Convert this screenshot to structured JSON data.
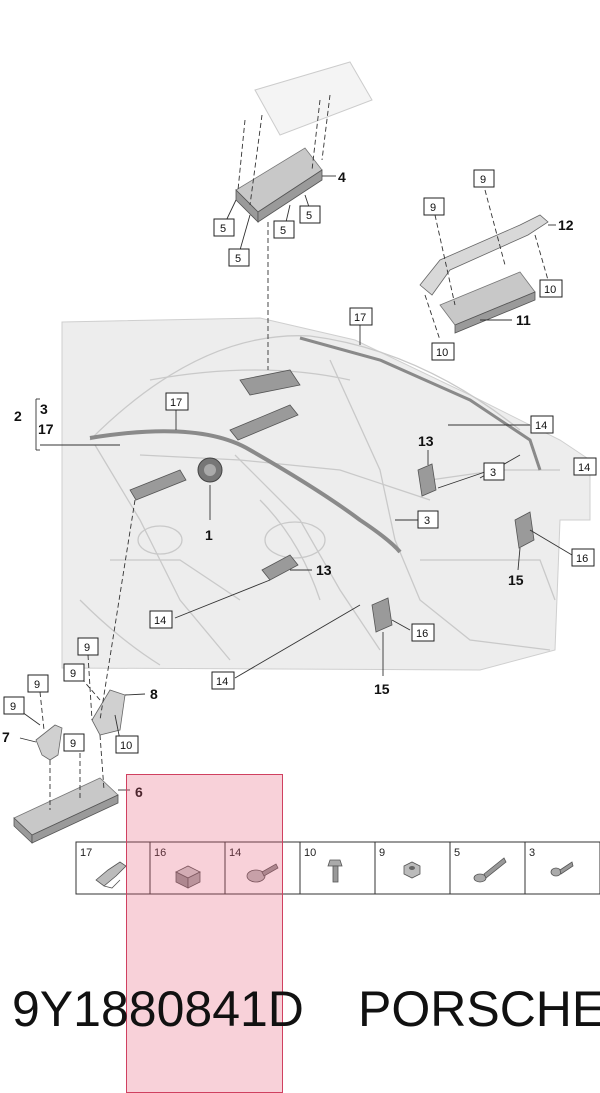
{
  "callouts": {
    "c1": "1",
    "c2": "2",
    "c3": "3",
    "c17": "17",
    "c4": "4",
    "c6": "6",
    "c7": "7",
    "c8": "8",
    "c11": "11",
    "c12": "12",
    "c13a": "13",
    "c13b": "13",
    "c15a": "15",
    "c15b": "15"
  },
  "boxes": {
    "b5a": "5",
    "b5b": "5",
    "b5c": "5",
    "b5d": "5",
    "b9a": "9",
    "b9b": "9",
    "b9c": "9",
    "b9d": "9",
    "b9e": "9",
    "b9f": "9",
    "b9g": "9",
    "b10a": "10",
    "b10b": "10",
    "b10c": "10",
    "b17a": "17",
    "b17b": "17",
    "b14a": "14",
    "b14b": "14",
    "b14c": "14",
    "b14d": "14",
    "b3a": "3",
    "b3b": "3",
    "b16a": "16",
    "b16b": "16"
  },
  "legend": {
    "cells": [
      {
        "label": "17",
        "icon": "clip-bracket-icon"
      },
      {
        "label": "16",
        "icon": "square-nut-icon"
      },
      {
        "label": "14",
        "icon": "flange-screw-icon"
      },
      {
        "label": "10",
        "icon": "hex-bolt-icon"
      },
      {
        "label": "9",
        "icon": "hex-nut-icon"
      },
      {
        "label": "5",
        "icon": "long-bolt-icon"
      },
      {
        "label": "3",
        "icon": "small-screw-icon"
      }
    ]
  },
  "footer": {
    "part_number": "9Y1880841D",
    "brand": "PORSCHE"
  },
  "colors": {
    "highlight": "#e65a78",
    "line": "#333333",
    "car": "#c9c9c9"
  }
}
